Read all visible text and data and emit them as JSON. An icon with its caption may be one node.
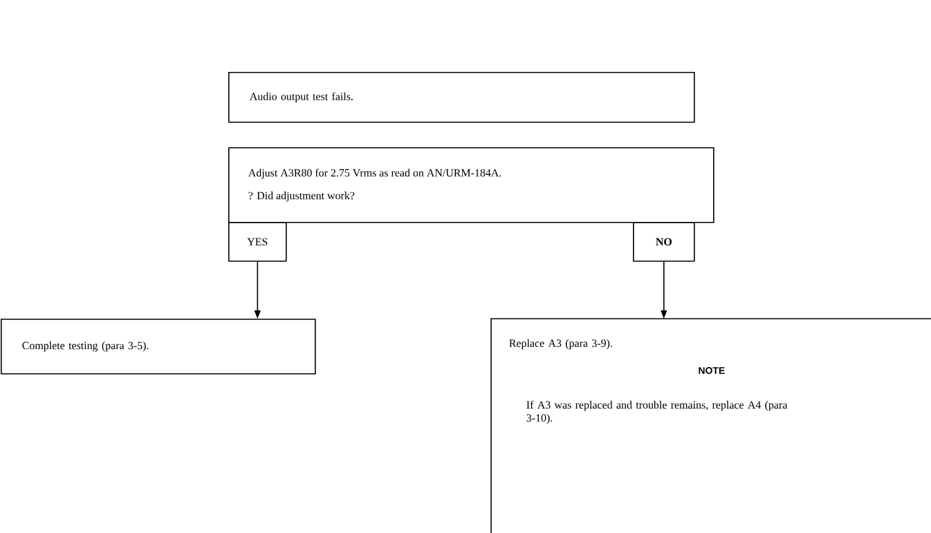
{
  "diagram": {
    "nodes": [
      {
        "text": [
          "Audio output test fails."
        ]
      },
      {
        "text": [
          "Adjust A3R80 for 2.75 Vrms as read on AN/URM-184A.",
          "? Did adjustment work?"
        ]
      },
      {
        "text": [
          "YES"
        ]
      },
      {
        "text": [
          "NO"
        ]
      },
      {
        "text": [
          "Complete testing (para 3-5)."
        ]
      },
      {
        "text": [
          "Replace A3 (para 3-9).",
          "NOTE",
          "If A3 was replaced and trouble remains, replace A4 (para 3-10)."
        ]
      }
    ],
    "edges": [
      {
        "from": 2,
        "to": 4,
        "arrow": "to"
      },
      {
        "from": 3,
        "to": 5,
        "arrow": "to"
      }
    ]
  }
}
